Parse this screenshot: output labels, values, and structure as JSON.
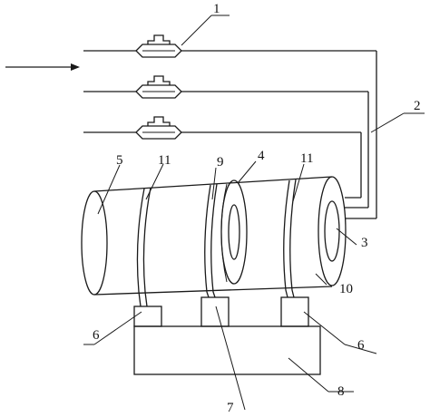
{
  "labels": {
    "n1": "1",
    "n2": "2",
    "n3": "3",
    "n4": "4",
    "n5": "5",
    "n6_left": "6",
    "n6_right": "6",
    "n7": "7",
    "n8": "8",
    "n9": "9",
    "n10": "10",
    "n11_left": "11",
    "n11_right": "11"
  },
  "colors": {
    "line": "#1a1a1a",
    "background": "#ffffff"
  }
}
